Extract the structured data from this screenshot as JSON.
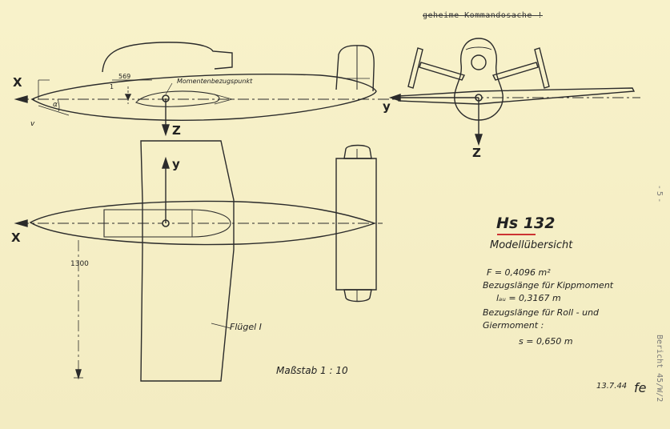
{
  "header": {
    "secret_stamp": "geheime Kommandosache !",
    "page_mark": "- 5 -",
    "report_id": "Bericht 45/W/2"
  },
  "drawing": {
    "title": "Hs 132",
    "subtitle": "Modellübersicht",
    "specs": {
      "area": "F = 0,4096 m²",
      "pitch_ref_label": "Bezugslänge für Kippmoment",
      "pitch_ref_value": "lₐᵤ = 0,3167 m",
      "roll_yaw_ref_label_1": "Bezugslänge für Roll - und",
      "roll_yaw_ref_label_2": "Giermoment :",
      "roll_yaw_ref_value": "s = 0,650 m"
    },
    "labels": {
      "dim_569": "569",
      "dim_1": "1",
      "moment_ref_point": "Momentenbezugspunkt",
      "dim_1300": "1300",
      "wing": "Flügel I",
      "scale": "Maßstab   1 : 10",
      "date": "13.7.44",
      "signature": "fe"
    },
    "axes": {
      "side_x": "X",
      "side_z": "Z",
      "side_alpha": "α",
      "side_v": "v",
      "top_x": "X",
      "top_y": "y",
      "front_y": "y",
      "front_z": "Z"
    }
  },
  "colors": {
    "paper": "#f6f0c6",
    "ink": "#2a2a2a",
    "accent_underline": "#cc3333"
  }
}
